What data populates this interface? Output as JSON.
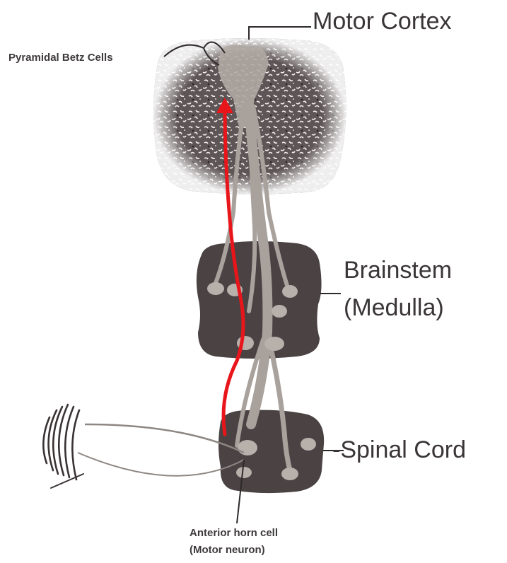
{
  "labels": {
    "motor_cortex": "Motor Cortex",
    "pyramidal_betz_cells": "Pyramidal Betz Cells",
    "brainstem_line1": "Brainstem",
    "brainstem_line2": "(Medulla)",
    "spinal_cord": "-Spinal Cord",
    "anterior_horn_line1": "Anterior horn cell",
    "anterior_horn_line2": "(Motor neuron)"
  },
  "colors": {
    "tissue_dark": "#4a4243",
    "fiber": "#a8a19c",
    "arrow": "#e8161b",
    "text": "#3a3536"
  },
  "icons": {
    "muscle": "muscle-fiber-bundle"
  }
}
